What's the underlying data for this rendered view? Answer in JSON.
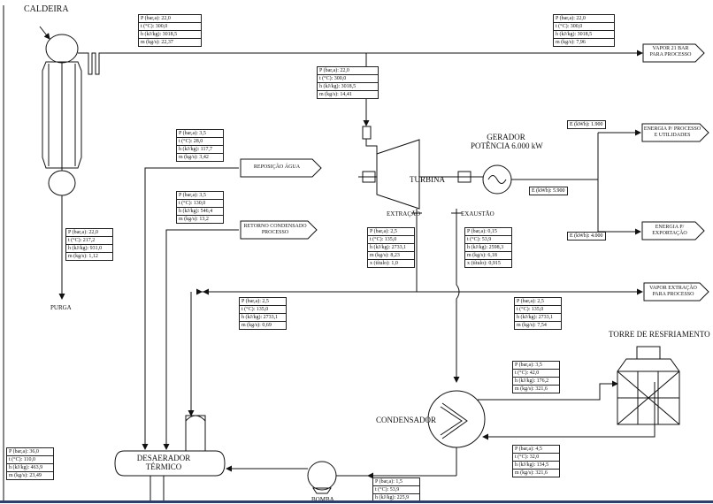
{
  "labels": {
    "caldeira": "CALDEIRA",
    "purga": "PURGA",
    "turbina": "TURBINA",
    "gerador_l1": "GERADOR",
    "gerador_l2": "POTÊNCIA 6.000 kW",
    "extracao": "EXTRAÇÃO",
    "exaustao": "EXAUSTÃO",
    "condensador": "CONDENSADOR",
    "torre": "TORRE DE RESFRIAMENTO",
    "desaerador_l1": "DESAERADOR",
    "desaerador_l2": "TÉRMICO",
    "bomba": "BOMBA"
  },
  "tags": {
    "vapor21_l1": "VAPOR 21 BAR",
    "vapor21_l2": "PARA PROCESSO",
    "reposicao": "REPOSIÇÃO ÁGUA",
    "retorno_l1": "RETORNO CONDENSADO",
    "retorno_l2": "PROCESSO",
    "energia_proc_l1": "ENERGIA P/ PROCESSO",
    "energia_proc_l2": "E UTILIDADES",
    "energia_exp_l1": "ENERGIA P/",
    "energia_exp_l2": "EXPORTAÇÃO",
    "vapor_ext_l1": "VAPOR EXTRAÇÃO",
    "vapor_ext_l2": "PARA PROCESSO"
  },
  "energy": {
    "e_proc": "E (kWh): 1.900",
    "e_gen": "E (kWh): 5.900",
    "e_exp": "E (kWh): 4.000"
  },
  "boxes": {
    "caldeira_out": [
      "P (bar,a): 22,0",
      "t (°C): 300,0",
      "h (kJ/kg): 3018,5",
      "m (kg/s): 22,37"
    ],
    "vapor21": [
      "P (bar,a): 22,0",
      "t (°C): 300,0",
      "h (kJ/kg): 3018,5",
      "m (kg/s): 7,96"
    ],
    "turbina_in": [
      "P (bar,a): 22,0",
      "t (°C): 300,0",
      "h (kJ/kg): 3018,5",
      "m (kg/s): 14,41"
    ],
    "reposicao": [
      "P (bar,a): 3,5",
      "t (°C): 28,0",
      "h (kJ/kg): 117,7",
      "m (kg/s): 3,42"
    ],
    "retorno": [
      "P (bar,a): 3,5",
      "t (°C): 130,0",
      "h (kJ/kg): 546,4",
      "m (kg/s): 13,2"
    ],
    "purga": [
      "P (bar,a): 22,0",
      "t (°C): 217,2",
      "h (kJ/kg): 931,0",
      "m (kg/s): 1,12"
    ],
    "extracao": [
      "P (bar,a): 2,5",
      "t (°C): 135,0",
      "h (kJ/kg): 2733,1",
      "m (kg/s): 8,23",
      "x (título): 1,0"
    ],
    "exaustao": [
      "P (bar,a): 0,15",
      "t (°C): 53,9",
      "h (kJ/kg): 2598,3",
      "m (kg/s): 6,18",
      "x (título): 0,915"
    ],
    "ext_desaerador": [
      "P (bar,a): 2,5",
      "t (°C): 135,0",
      "h (kJ/kg): 2733,1",
      "m (kg/s): 0,69"
    ],
    "vapor_ext": [
      "P (bar,a): 2,5",
      "t (°C): 135,0",
      "h (kJ/kg): 2733,1",
      "m (kg/s): 7,54"
    ],
    "torre_in": [
      "P (bar,a): 3,5",
      "t (°C): 42,0",
      "h (kJ/kg): 176,2",
      "m (kg/s): 321,6"
    ],
    "torre_out": [
      "P (bar,a): 4,5",
      "t (°C): 32,0",
      "h (kJ/kg): 134,5",
      "m (kg/s): 321,6"
    ],
    "alimentacao": [
      "P (bar,a): 36,0",
      "t (°C): 110,0",
      "h (kJ/kg): 463,9",
      "m (kg/s): 23,49"
    ],
    "condensado": [
      "P (bar,a): 1,5",
      "t (°C): 53,9",
      "h (kJ/kg): 225,9"
    ]
  }
}
